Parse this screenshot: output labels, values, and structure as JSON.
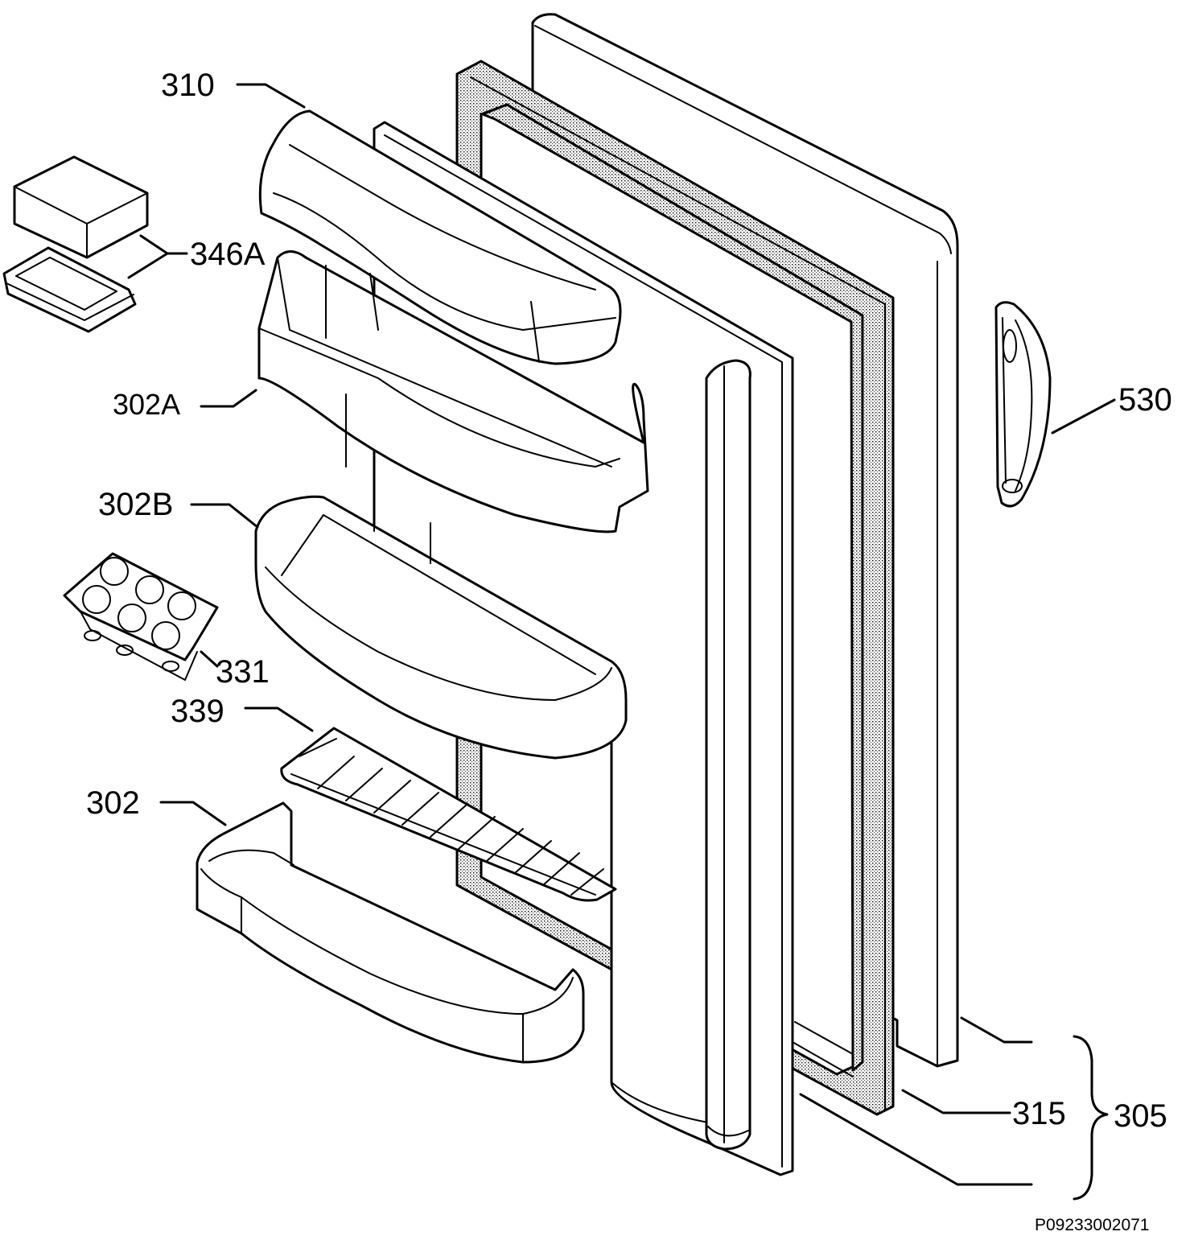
{
  "callouts": {
    "c310": "310",
    "c346a": "346A",
    "c302a": "302A",
    "c302b": "302B",
    "c331": "331",
    "c339": "339",
    "c302": "302",
    "c530": "530",
    "c315": "315",
    "c305": "305"
  },
  "reference_code": "P09233002071"
}
